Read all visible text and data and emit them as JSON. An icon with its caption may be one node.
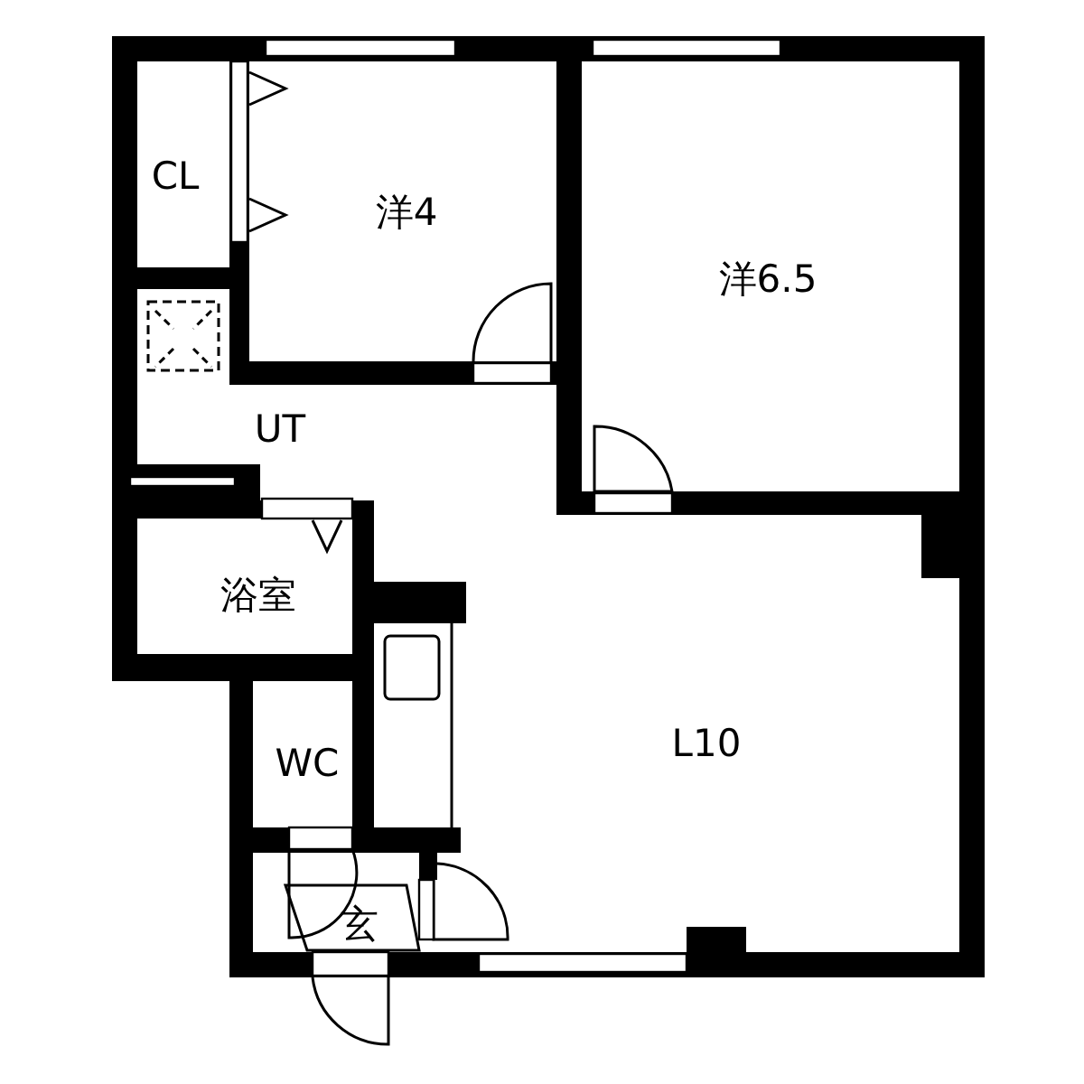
{
  "diagram": {
    "labels": [
      "CL",
      "洋4",
      "洋6.5",
      "UT",
      "浴室",
      "WC",
      "L10",
      "玄"
    ]
  }
}
